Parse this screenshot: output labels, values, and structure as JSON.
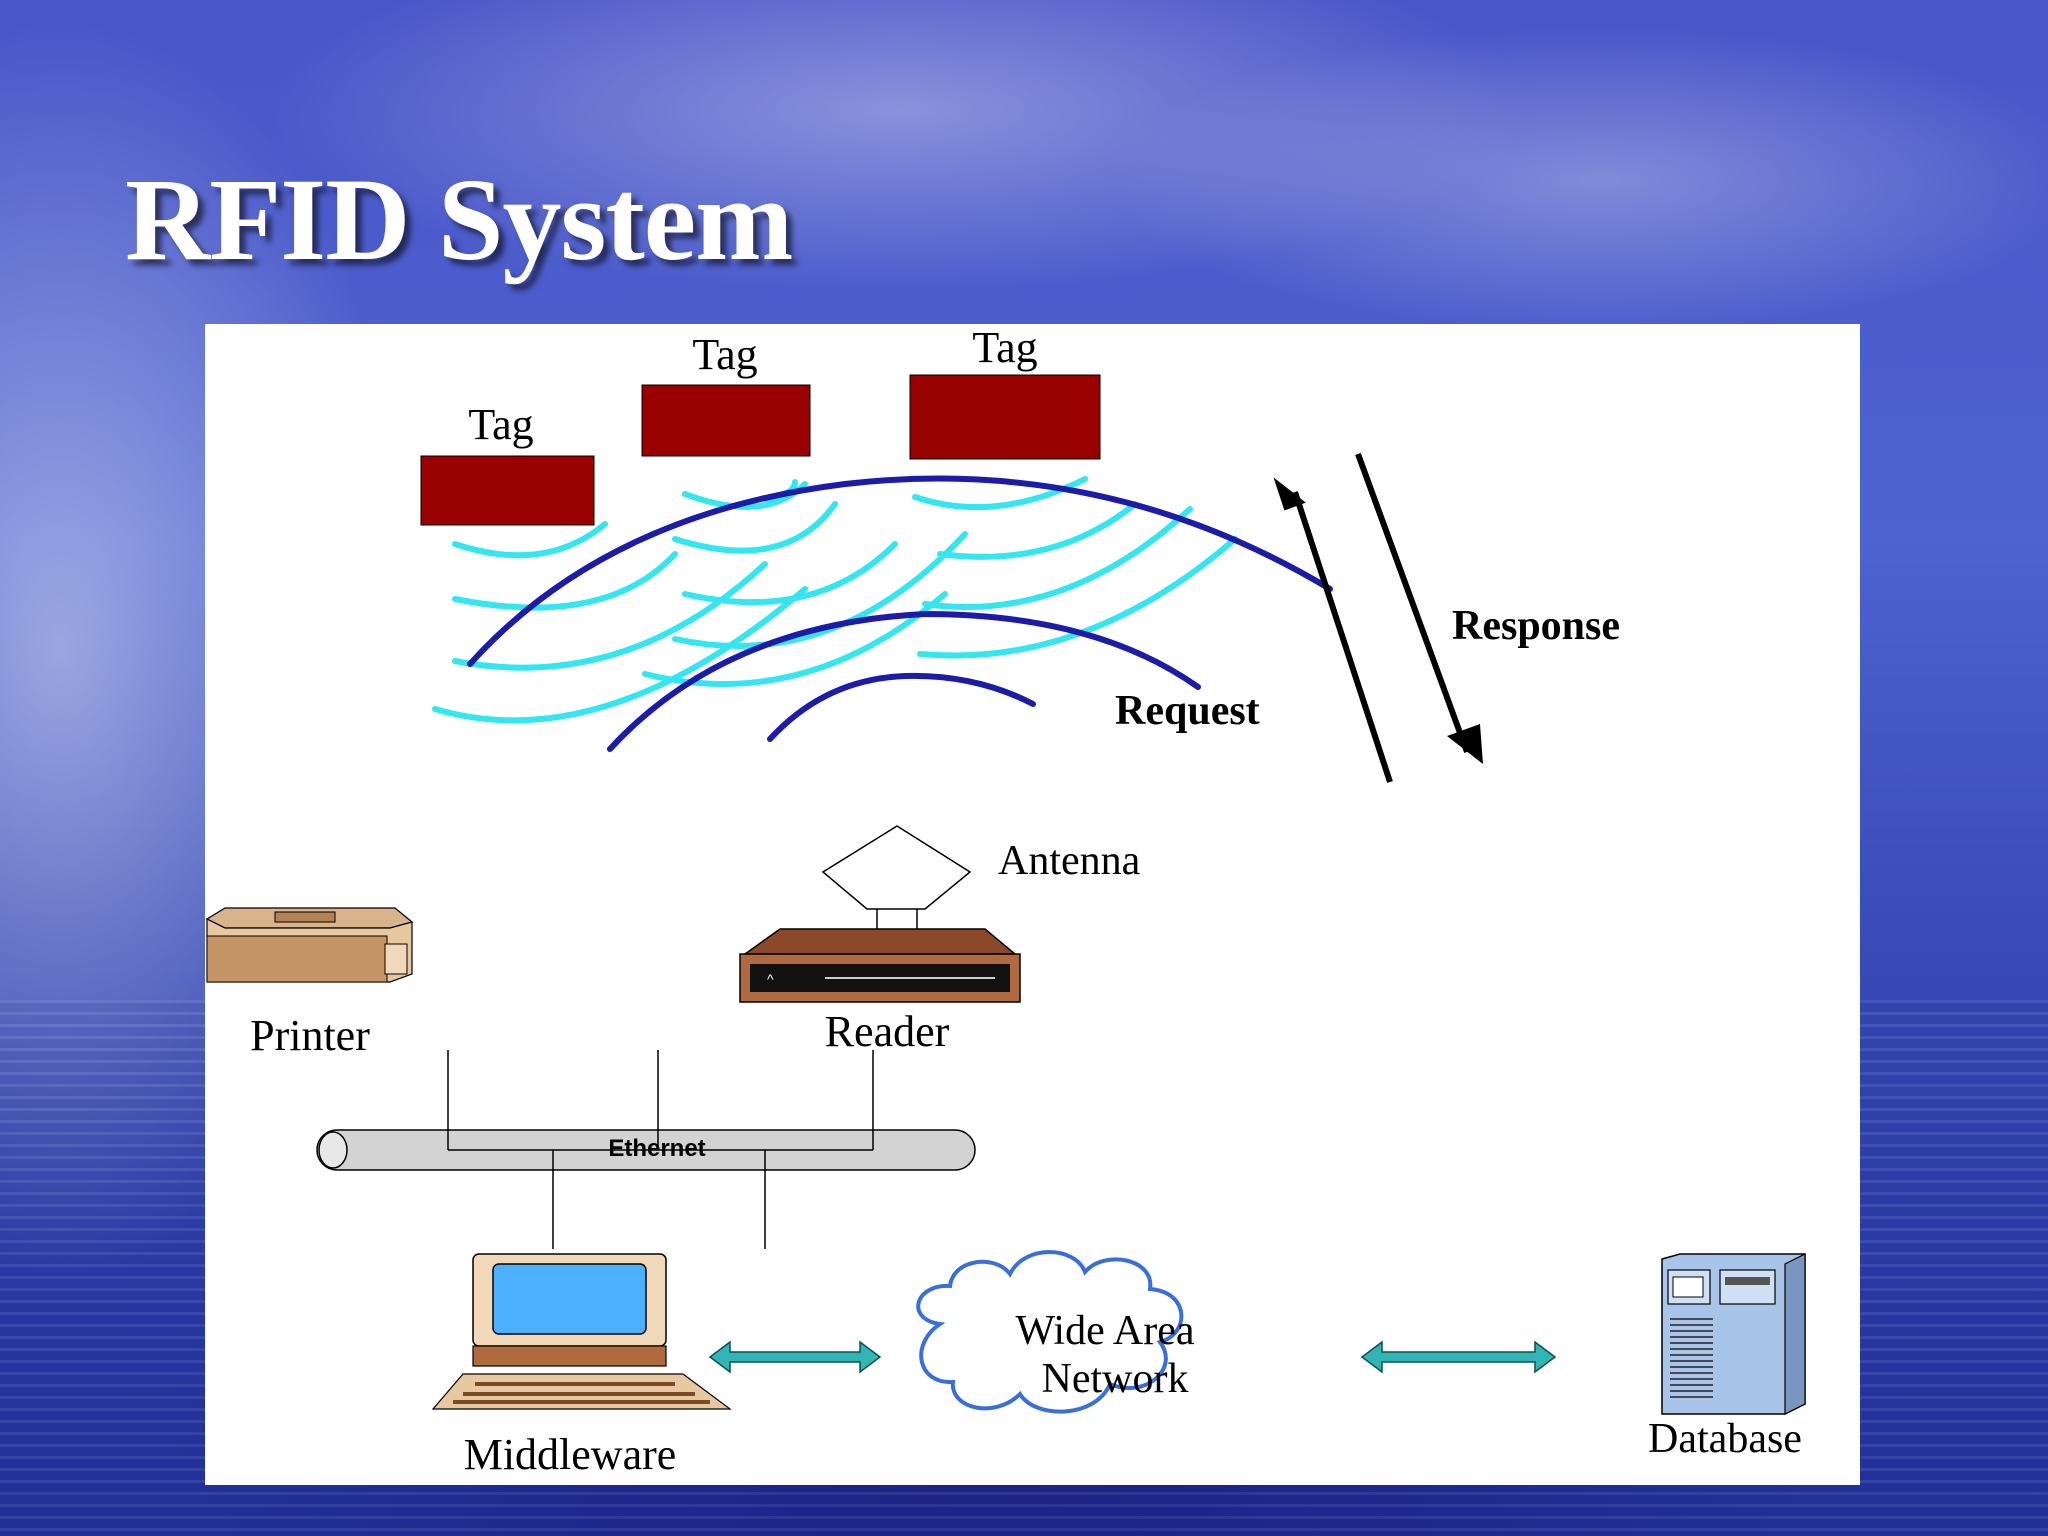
{
  "slide": {
    "title": "RFID System"
  },
  "diagram": {
    "tags": [
      {
        "label": "Tag"
      },
      {
        "label": "Tag"
      },
      {
        "label": "Tag"
      }
    ],
    "response_label": "Response",
    "request_label": "Request",
    "antenna_label": "Antenna",
    "reader_label": "Reader",
    "printer_label": "Printer",
    "network_label": "Ethernet",
    "middleware_label": "Middleware",
    "wan_line1": "Wide Area",
    "wan_line2": "Network",
    "database_label": "Database",
    "colors": {
      "tag_fill": "#990000",
      "signal_light": "#33e6f0",
      "signal_dark": "#1c1ca8",
      "arrow_teal": "#33b5b5",
      "reader_body": "#8a4a2a",
      "screen_blue": "#4db0ff",
      "cloud_blue": "#3a6fd8",
      "database_body": "#a8c4e8"
    }
  }
}
